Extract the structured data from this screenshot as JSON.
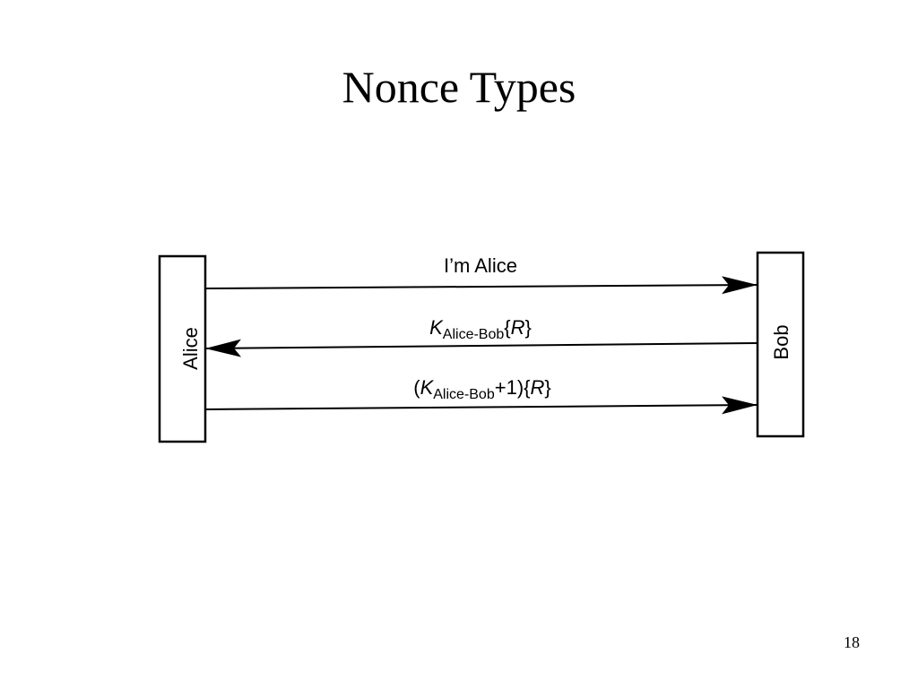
{
  "slide": {
    "title": "Nonce Types",
    "page_number": "18"
  },
  "diagram": {
    "participants": {
      "left": "Alice",
      "right": "Bob"
    },
    "messages": [
      {
        "direction": "left-to-right",
        "prefix": "",
        "key": "",
        "subscript": "",
        "suffix": "I’m Alice",
        "payload": ""
      },
      {
        "direction": "right-to-left",
        "prefix": "",
        "key": "K",
        "subscript": "Alice-Bob",
        "suffix": "{",
        "payload": "R",
        "close": "}"
      },
      {
        "direction": "left-to-right",
        "prefix": "(",
        "key": "K",
        "subscript": "Alice-Bob",
        "suffix": "+1){",
        "payload": "R",
        "close": "}"
      }
    ]
  },
  "colors": {
    "ink": "#000000",
    "background": "#ffffff"
  }
}
